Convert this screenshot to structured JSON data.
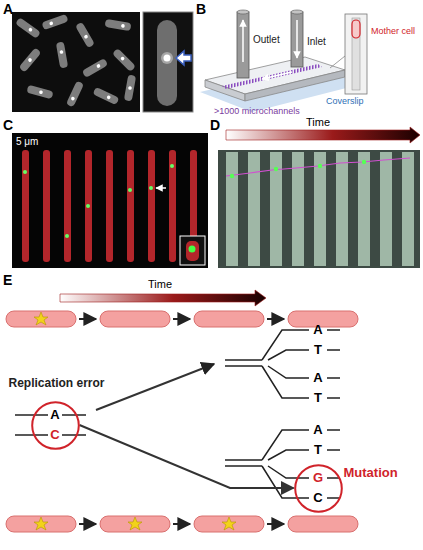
{
  "diagram": {
    "nodes": [
      {
        "text": [
          "Replication error",
          "A",
          "C"
        ]
      },
      {
        "text": [
          "Mutation",
          "G",
          "C"
        ]
      }
    ],
    "edges": [
      {
        "from": 0,
        "to": 1,
        "arrow": "to"
      }
    ],
    "labels": [
      "A",
      "B",
      "Outlet",
      "Inlet",
      ">1000 microchannels",
      "Coverslip",
      "Mother cell",
      "C",
      "5 μm",
      "D",
      "Time",
      "E",
      "Time",
      "A",
      "T",
      "A",
      "T",
      "A",
      "T"
    ]
  }
}
